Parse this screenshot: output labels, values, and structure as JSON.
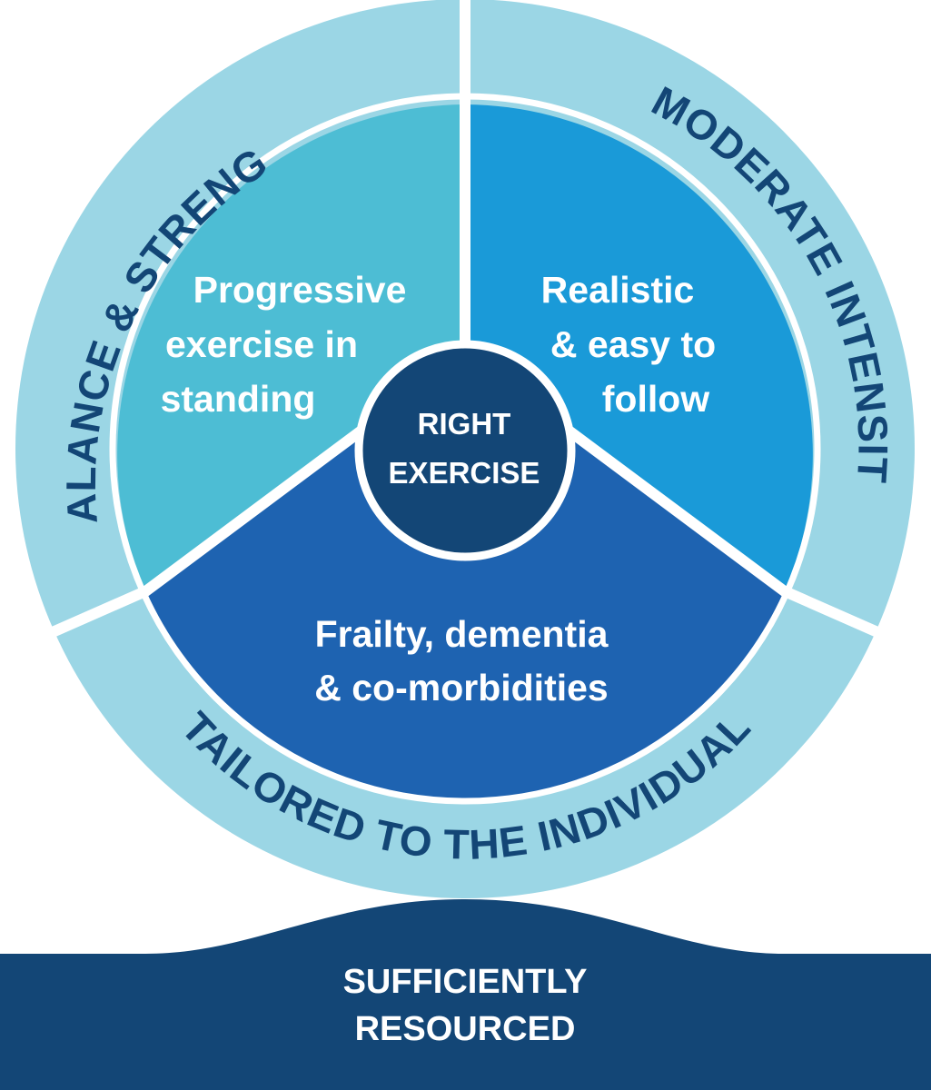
{
  "colors": {
    "outer_ring": "#9bd6e5",
    "ring_separator": "#ffffff",
    "segment_left": "#4dbdd4",
    "segment_right": "#1a9ad8",
    "segment_bottom": "#1e63b1",
    "center": "#134676",
    "base": "#134676",
    "text_dark": "#134676",
    "text_light": "#ffffff"
  },
  "outer_ring": {
    "top_left": "BALANCE & STRENGTH",
    "top_right": "MODERATE INTENSITY",
    "bottom": "TAILORED TO THE INDIVIDUAL"
  },
  "segments": {
    "left": {
      "line1": "Progressive",
      "line2": "exercise in",
      "line3": "standing"
    },
    "right": {
      "line1": "Realistic",
      "line2": "& easy to",
      "line3": "follow"
    },
    "bottom": {
      "line1": "Frailty, dementia",
      "line2": "& co-morbidities"
    }
  },
  "center": {
    "line1": "RIGHT",
    "line2": "EXERCISE"
  },
  "base": {
    "line1": "SUFFICIENTLY",
    "line2": "RESOURCED"
  }
}
